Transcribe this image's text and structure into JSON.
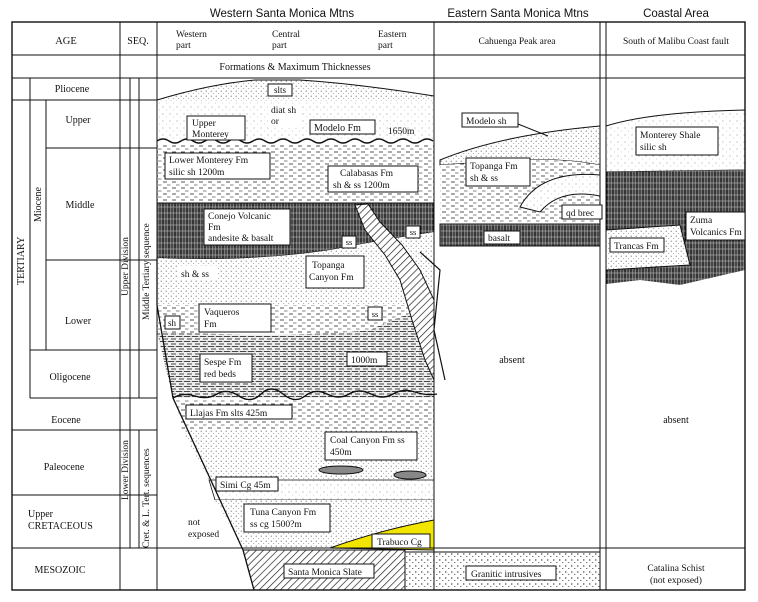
{
  "column_headers": {
    "western": "Western Santa Monica Mtns",
    "eastern": "Eastern Santa Monica Mtns",
    "coastal": "Coastal Area"
  },
  "subheaders": {
    "age": "AGE",
    "seq": "SEQ.",
    "western_part": [
      "Western",
      "part"
    ],
    "central_part": [
      "Central",
      "part"
    ],
    "eastern_part": [
      "Eastern",
      "part"
    ],
    "cahuenga": "Cahuenga Peak area",
    "malibu": "South of Malibu Coast fault",
    "formations_banner": "Formations & Maximum Thicknesses"
  },
  "ages": {
    "tertiary": "TERTIARY",
    "miocene": "Miocene",
    "pliocene": "Pliocene",
    "upper": "Upper",
    "middle": "Middle",
    "lower": "Lower",
    "oligocene": "Oligocene",
    "eocene": "Eocene",
    "paleocene": "Paleocene",
    "upper_cret_1": "Upper",
    "upper_cret_2": "CRETACEOUS",
    "mesozoic": "MESOZOIC"
  },
  "sequences": {
    "upper_division": "Upper Division",
    "middle_tertiary": "Middle Tertiary sequence",
    "lower_division": "Lower Division",
    "cret_l_tert": "Cret. & L. Tert. sequences"
  },
  "western_labels": {
    "slts": "slts",
    "upper_monterey": [
      "Upper",
      "Monterey"
    ],
    "diat": [
      "diat sh",
      "or"
    ],
    "modelo": "Modelo Fm",
    "modelo_thick": "1650m",
    "lower_monterey": [
      "Lower Monterey Fm",
      "silic sh   1200m"
    ],
    "calabasas": [
      "Calabasas Fm",
      "sh & ss 1200m"
    ],
    "conejo": [
      "Conejo Volcanic",
      "Fm",
      "andesite & basalt"
    ],
    "ss1": "ss",
    "ss2": "ss",
    "ss3": "ss",
    "sh_ss": "sh & ss",
    "topanga_canyon": [
      "Topanga",
      "Canyon Fm"
    ],
    "sh": "sh",
    "vaqueros": [
      "Vaqueros",
      "Fm"
    ],
    "sespe": [
      "Sespe Fm",
      "red beds"
    ],
    "sespe_thick": "1000m",
    "llajas": "Llajas Fm slts 425m",
    "coal_canyon": [
      "Coal Canyon Fm ss",
      "450m"
    ],
    "simi": "Simi Cg 45m",
    "tuna_canyon": [
      "Tuna Canyon Fm",
      "ss cg  1500?m"
    ],
    "not_exposed": [
      "not",
      "exposed"
    ],
    "trabuco": "Trabuco Cg",
    "santa_monica_slate": "Santa Monica Slate"
  },
  "eastern_labels": {
    "modelo": "Modelo sh",
    "topanga": [
      "Topanga Fm",
      "sh & ss"
    ],
    "qd_brec": "qd brec",
    "basalt": "basalt",
    "absent": "absent",
    "granitic": "Granitic intrusives"
  },
  "coastal_labels": {
    "monterey": [
      "Monterey Shale",
      "silic sh"
    ],
    "zuma": [
      "Zuma",
      "Volcanics Fm"
    ],
    "trancas": "Trancas Fm",
    "absent": "absent",
    "catalina": [
      "Catalina Schist",
      "(not exposed)"
    ]
  },
  "colors": {
    "trabuco_fill": "#f2e600",
    "line": "#111111"
  }
}
